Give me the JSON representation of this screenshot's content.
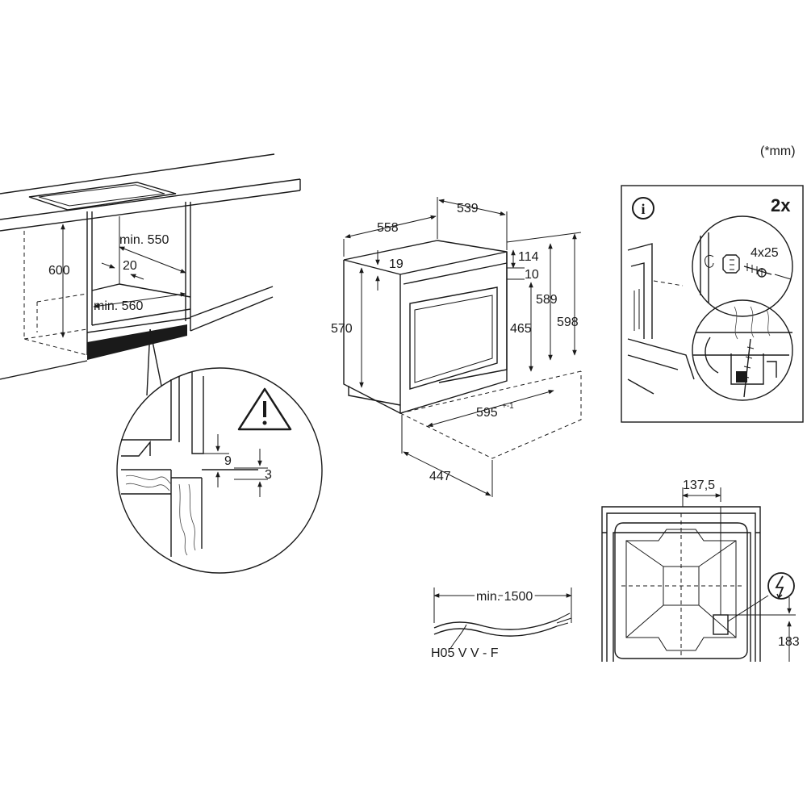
{
  "units_note": "(*mm)",
  "cabinet": {
    "height_label": "600",
    "depth_label": "min. 550",
    "gap_label": "20",
    "width_label": "min. 560"
  },
  "detail_circle": {
    "gap_label": "9",
    "offset_label": "3"
  },
  "oven": {
    "width_label": "558",
    "depth_label": "539",
    "top_label": "19",
    "total_height_label": "570",
    "panel_top_label": "114",
    "panel_gap_label": "10",
    "front_height_label": "465",
    "side_height_label": "589",
    "overall_height_label": "598",
    "front_width_label": "595",
    "front_width_tolerance": "+-1",
    "depth_bottom_label": "447"
  },
  "fixing_panel": {
    "count_label": "2x",
    "screw_label": "4x25",
    "info_icon_text": "i"
  },
  "cable": {
    "length_label": "min. 1500",
    "type_label": "H05 V V - F"
  },
  "connection": {
    "horizontal_label": "137,5",
    "vertical_label": "183"
  }
}
